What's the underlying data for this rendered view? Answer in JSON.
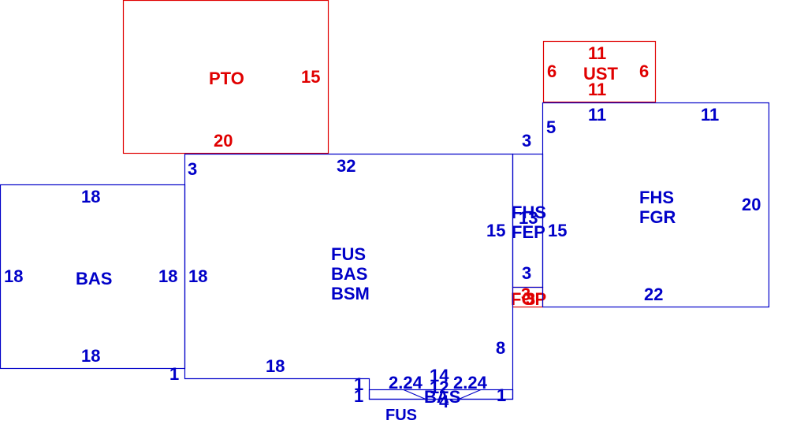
{
  "colors": {
    "improvement": "#0000c8",
    "other": "#e00000",
    "background": "#ffffff"
  },
  "areas": {
    "pto": {
      "code": "PTO",
      "dims": {
        "right": "15",
        "bottom": "20"
      }
    },
    "ust": {
      "code": "UST",
      "dims": {
        "top": "11",
        "inner": "11",
        "left": "6",
        "right": "6"
      }
    },
    "fhs_fgr": {
      "codes": [
        "FHS",
        "FGR"
      ],
      "dims": {
        "top_left": "11",
        "top_right": "11",
        "left": "5",
        "right": "20",
        "bottom": "22",
        "left_top": "3"
      }
    },
    "fhs_fep": {
      "codes": [
        "FHS",
        "FEP"
      ],
      "overlay": "13",
      "dims": {
        "left": "15",
        "right": "15",
        "bottom": "3"
      }
    },
    "fop": {
      "code": "FOP",
      "overlay_a": "3",
      "overlay_b": "3"
    },
    "bas_left": {
      "code": "BAS",
      "dims": {
        "top": "18",
        "bottom": "18",
        "left": "18",
        "right": "18"
      }
    },
    "main": {
      "codes": [
        "FUS",
        "BAS",
        "BSM"
      ],
      "dims": {
        "top": "32",
        "top_left": "3",
        "left": "18",
        "bottom": "18",
        "right": "8",
        "corner": "1"
      }
    },
    "fus_bas_small": {
      "codes": [
        "BAS",
        "FUS"
      ],
      "dims": {
        "left_a": "1",
        "left_b": "1",
        "right": "1",
        "a": "2.24",
        "b": "2.24",
        "c": "14",
        "d": "12",
        "e": "4"
      }
    }
  }
}
